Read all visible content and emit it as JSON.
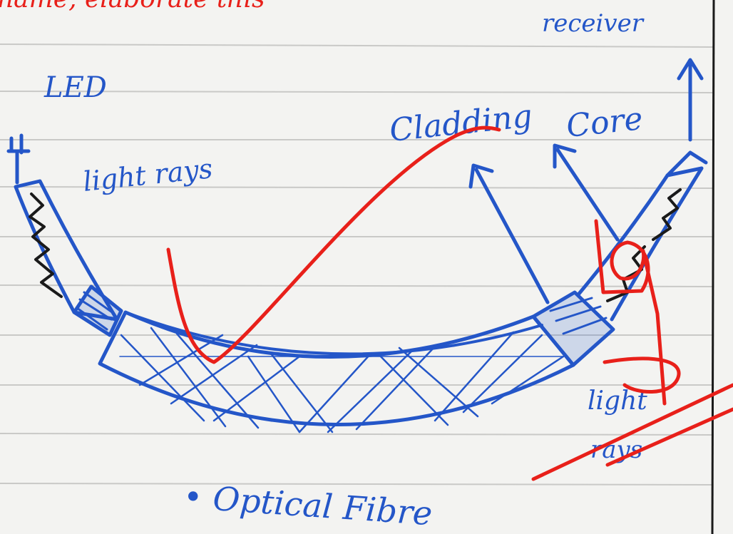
{
  "page": {
    "background": "#f3f3f1",
    "rule_color": "#c9c9c7",
    "margin_color": "#1a1a1a"
  },
  "ink": {
    "blue": "#2456c8",
    "red": "#e8201a",
    "black": "#1a1a1a"
  },
  "header": {
    "red_text": "name, elaborate this"
  },
  "labels": {
    "receiver": "receiver",
    "led": "LED",
    "light_rays_left": "light rays",
    "cladding": "Cladding",
    "core": "Core",
    "light_rays_right_line1": "light",
    "light_rays_right_line2": "rays",
    "caption": "• Optical Fibre"
  },
  "diagram": {
    "subject": "optical fibre",
    "components": [
      "LED",
      "light rays",
      "Cladding",
      "Core",
      "receiver"
    ]
  },
  "annotations": {
    "teacher_marks": [
      "curved check stroke",
      "figure 9",
      "two slash strokes"
    ]
  }
}
